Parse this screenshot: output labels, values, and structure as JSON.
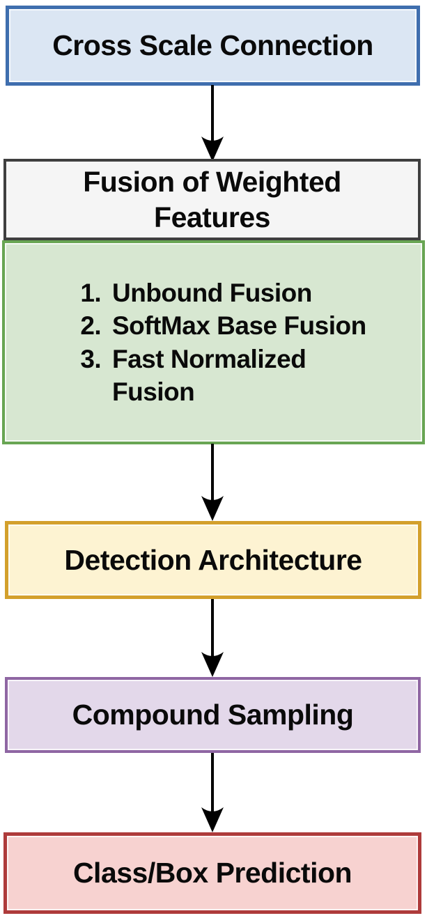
{
  "nodes": {
    "cross_scale": {
      "label": "Cross Scale Connection",
      "fill": "#dbe6f3",
      "border": "#3f6eae"
    },
    "fusion_header": {
      "label": "Fusion of Weighted Features",
      "fill": "#f5f5f5",
      "border": "#3f3f3f"
    },
    "fusion_list": {
      "items": [
        "Unbound Fusion",
        "SoftMax Base Fusion",
        "Fast Normalized Fusion"
      ],
      "fill": "#d7e7d1",
      "border": "#68a553"
    },
    "detection": {
      "label": "Detection Architecture",
      "fill": "#fdf3d2",
      "border": "#d3a02c"
    },
    "compound": {
      "label": "Compound Sampling",
      "fill": "#e3d8ea",
      "border": "#8f66a3"
    },
    "class_box": {
      "label": "Class/Box Prediction",
      "fill": "#f7d2d0",
      "border": "#ae3b3b"
    }
  },
  "arrows": {
    "color": "#000000"
  }
}
